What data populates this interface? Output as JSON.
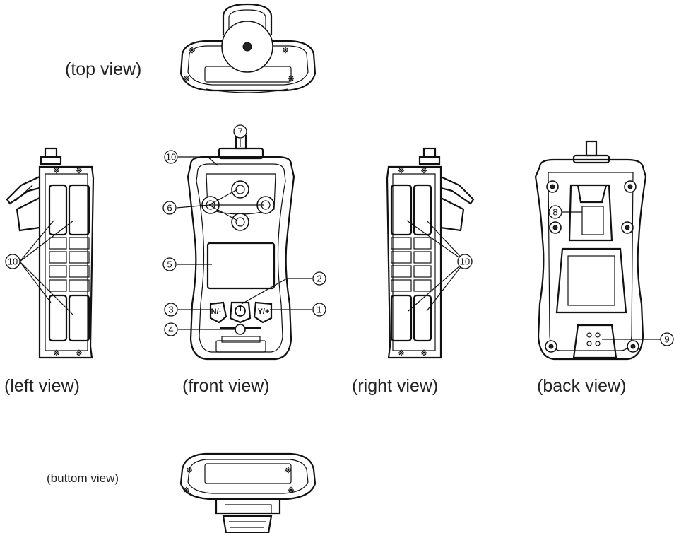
{
  "views": {
    "top": "(top view)",
    "left": "(left view)",
    "front": "(front view)",
    "right": "(right view)",
    "back": "(back view)",
    "bottom": "(buttom view)"
  },
  "callouts": [
    "1",
    "2",
    "3",
    "4",
    "5",
    "6",
    "7",
    "8",
    "9",
    "10"
  ],
  "buttons": {
    "left": "N/-",
    "right": "Y/+",
    "power_icon": "power-icon"
  }
}
